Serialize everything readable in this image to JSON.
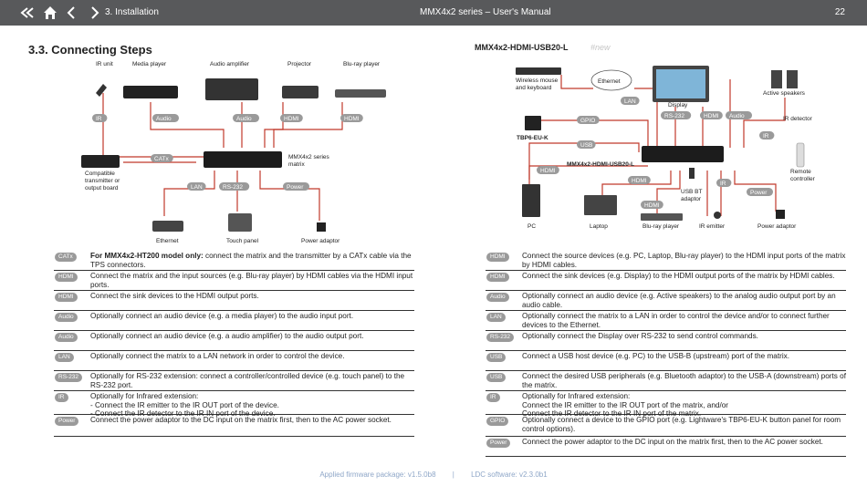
{
  "header": {
    "section": "3. Installation",
    "title": "MMX4x2 series – User's Manual",
    "page": "22"
  },
  "page_title": "3.3. Connecting Steps",
  "right_model": "MMX4x2-HDMI-USB20-L",
  "right_new": "#new",
  "left_diagram": {
    "devices": [
      "IR unit",
      "Media player",
      "Audio amplifier",
      "Projector",
      "Blu-ray player",
      "Compatible\ntransmitter or\noutput board",
      "MMX4x2 series\nmatrix",
      "Ethernet",
      "Touch panel",
      "Power adaptor"
    ],
    "labels": [
      "IR",
      "Audio",
      "Audio",
      "HDMI",
      "HDMI",
      "CATx",
      "LAN",
      "RS-232",
      "Power"
    ]
  },
  "right_diagram": {
    "devices": [
      "Wireless mouse\nand keyboard",
      "Ethernet",
      "Display",
      "Active speakers",
      "IR detector",
      "TBP6-EU-K",
      "MMX4x2-HDMI-USB20-L",
      "Remote\ncontroller",
      "USB BT\nadaptor",
      "PC",
      "Laptop",
      "Blu-ray player",
      "IR emitter",
      "Power adaptor"
    ],
    "labels": [
      "LAN",
      "GPIO",
      "RS-232",
      "HDMI",
      "Audio",
      "IR",
      "USB",
      "HDMI",
      "HDMI",
      "IR",
      "Power",
      "HDMI"
    ]
  },
  "left_rows": [
    {
      "badge": "CATx",
      "bold": "For MMX4x2-HT200 model only:",
      "text": " connect the matrix and the transmitter by a CATx cable via the TPS connectors."
    },
    {
      "badge": "HDMI",
      "bold": "",
      "text": "Connect the matrix and the input sources (e.g. Blu-ray player) by HDMI cables via the HDMI input ports."
    },
    {
      "badge": "HDMI",
      "bold": "",
      "text": "Connect the sink devices to the HDMI output ports."
    },
    {
      "badge": "Audio",
      "bold": "",
      "text": "Optionally connect an audio device (e.g. a media player) to the audio input port."
    },
    {
      "badge": "Audio",
      "bold": "",
      "text": "Optionally connect an audio device (e.g. a audio amplifier) to the audio output port."
    },
    {
      "badge": "LAN",
      "bold": "",
      "text": "Optionally connect the matrix to a LAN network in order to control the device."
    },
    {
      "badge": "RS-232",
      "bold": "",
      "text": "Optionally for RS-232 extension: connect a controller/controlled device (e.g. touch panel) to the RS-232 port."
    },
    {
      "badge": "IR",
      "bold": "",
      "text": "Optionally for Infrared extension:\n - Connect the IR emitter to the IR OUT port of the device.\n - Connect the IR detector to the IR IN port of the device."
    },
    {
      "badge": "Power",
      "bold": "",
      "text": "Connect the power adaptor to the DC input on the matrix first, then to the AC power socket."
    }
  ],
  "right_rows": [
    {
      "badge": "HDMI",
      "text": "Connect the source devices (e.g. PC, Laptop, Blu-ray player) to the HDMI input ports of the matrix by HDMI cables."
    },
    {
      "badge": "HDMI",
      "text": "Connect the sink devices (e.g. Display) to the HDMI output ports of the matrix by HDMI cables."
    },
    {
      "badge": "Audio",
      "text": "Optionally connect an audio device (e.g. Active speakers) to the analog audio output port by an audio cable."
    },
    {
      "badge": "LAN",
      "text": "Optionally connect the matrix to a LAN in order to control the device and/or to connect further devices to the Ethernet."
    },
    {
      "badge": "RS-232",
      "text": "Optionally connect the Display over RS-232 to send control commands."
    },
    {
      "badge": "USB",
      "text": "Connect a USB host device (e.g. PC) to the USB-B (upstream) port of the matrix."
    },
    {
      "badge": "USB",
      "text": "Connect the desired USB peripherals (e.g. Bluetooth adaptor) to the USB-A (downstream) ports of the matrix."
    },
    {
      "badge": "IR",
      "text": "Optionally for Infrared extension:\nConnect the IR emitter to the IR OUT port of the matrix, and/or\nConnect the IR detector to the IR IN port of the matrix."
    },
    {
      "badge": "GPIO",
      "text": "Optionally connect a device to the GPIO port (e.g. Lightware's TBP6-EU-K button panel for room control options)."
    },
    {
      "badge": "Power",
      "text": "Connect the power adaptor to the DC input on the matrix first, then to the AC power socket."
    }
  ],
  "footer": {
    "firmware": "Applied firmware package: v1.5.0b8",
    "separator": "|",
    "ldc": "LDC software: v2.3.0b1"
  },
  "colors": {
    "topbar": "#58595b",
    "cable": "#c0392b",
    "badge": "#9a9a9a",
    "footer": "#8fa7c8"
  }
}
